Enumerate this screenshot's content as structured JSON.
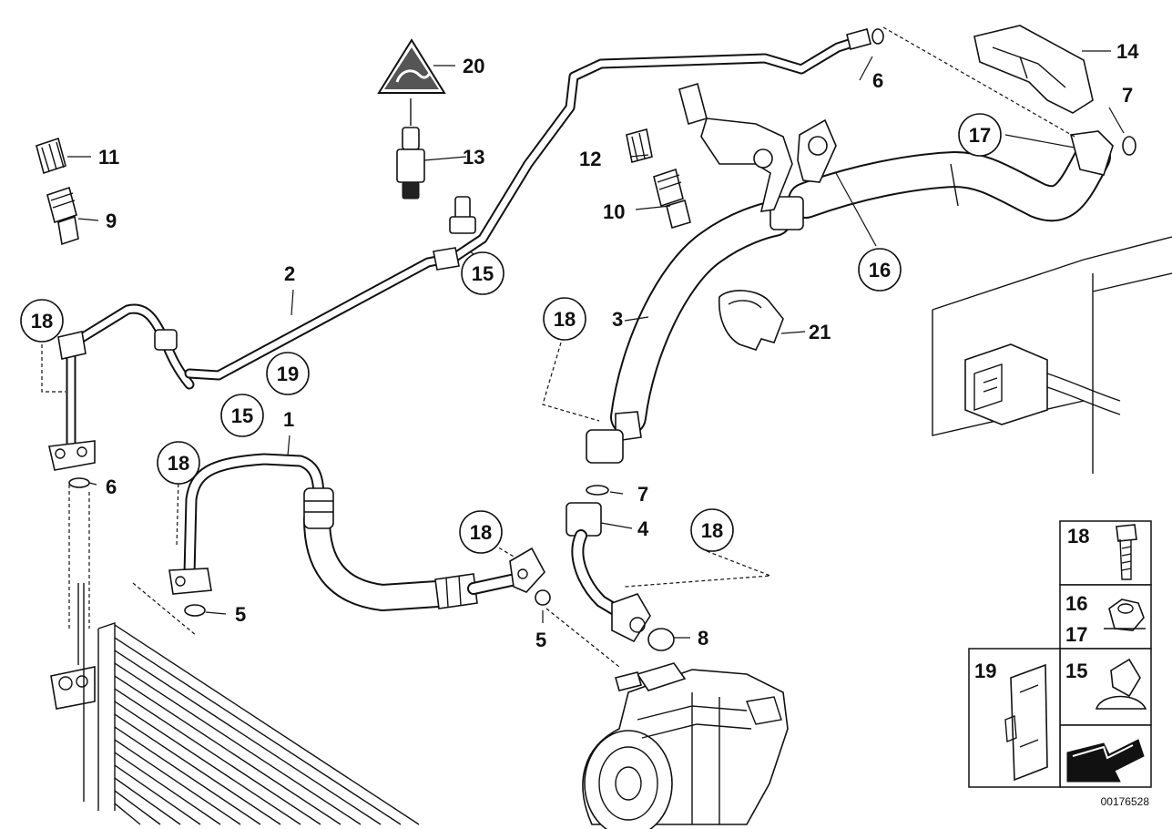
{
  "diagram": {
    "reference_number": "00176528",
    "callouts": {
      "c1": "1",
      "c2": "2",
      "c3": "3",
      "c4": "4",
      "c5a": "5",
      "c5b": "5",
      "c6a": "6",
      "c6b": "6",
      "c7a": "7",
      "c7b": "7",
      "c8": "8",
      "c9": "9",
      "c10": "10",
      "c11": "11",
      "c12": "12",
      "c13": "13",
      "c14": "14",
      "c15a": "15",
      "c15b": "15",
      "c16": "16",
      "c17": "17",
      "c18a": "18",
      "c18b": "18",
      "c18c": "18",
      "c18d": "18",
      "c18e": "18",
      "c19": "19",
      "c20": "20",
      "c21": "21"
    },
    "legend": {
      "screw": "18",
      "nut_a": "16",
      "nut_b": "17",
      "clip": "15",
      "bracket": "19"
    }
  }
}
